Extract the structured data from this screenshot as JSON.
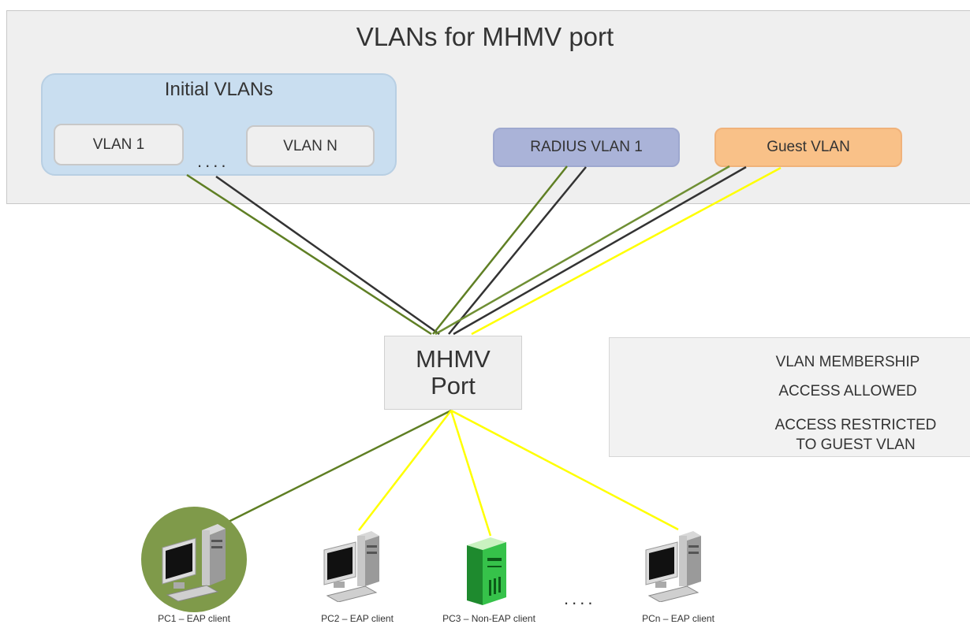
{
  "diagram": {
    "title": "VLANs for MHMV port",
    "initial_vlans": {
      "label": "Initial VLANs",
      "vlan_first": "VLAN 1",
      "vlan_last": "VLAN N",
      "ellipsis": "...."
    },
    "radius_vlan": "RADIUS VLAN 1",
    "guest_vlan": "Guest VLAN",
    "port": {
      "line1": "MHMV",
      "line2": "Port"
    },
    "legend": {
      "membership": "VLAN MEMBERSHIP",
      "allowed": "ACCESS ALLOWED",
      "restricted_line1": "ACCESS RESTRICTED",
      "restricted_line2": "TO GUEST VLAN"
    },
    "clients": [
      {
        "label": "PC1 – EAP client",
        "kind": "desktop-pc-icon",
        "highlighted": true
      },
      {
        "label": "PC2 – EAP client",
        "kind": "desktop-pc-icon",
        "highlighted": false
      },
      {
        "label": "PC3 – Non-EAP client",
        "kind": "server-tower-icon",
        "highlighted": false
      },
      {
        "label": "PCn – EAP client",
        "kind": "desktop-pc-icon",
        "highlighted": false
      }
    ],
    "clients_ellipsis": "....",
    "colors": {
      "membership": "#333333",
      "allowed": "#5f7f24",
      "restricted": "#ffff00",
      "initial_vlans_fill": "#c9def0",
      "radius_fill": "#aab3d8",
      "guest_fill": "#f9c188",
      "highlight_circle": "#7f9a4a"
    }
  }
}
